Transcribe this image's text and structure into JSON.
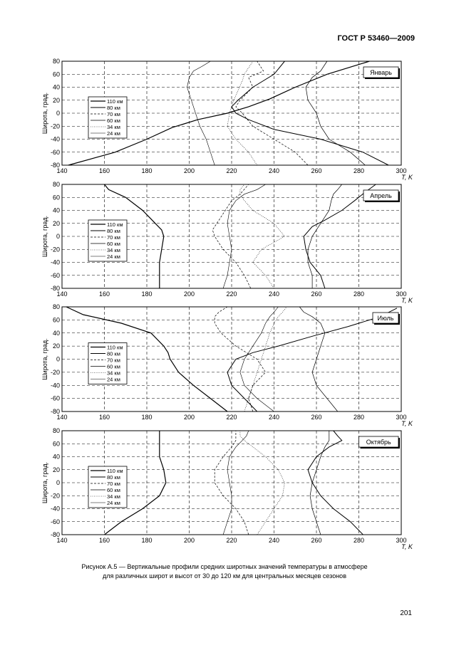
{
  "header": {
    "standard": "ГОСТ Р 53460—2009"
  },
  "footer": {
    "page_number": "201"
  },
  "caption": {
    "line1": "Рисунок А.5 — Вертикальные профили средних широтных значений температуры в атмосфере",
    "line2": "для различных широт и высот от 30 до 120 км для центральных месяцев сезонов"
  },
  "chart_data": [
    {
      "type": "line",
      "title": "Январь",
      "xlabel": "T, K",
      "ylabel": "Широта, град.",
      "xlim": [
        140,
        300
      ],
      "ylim": [
        -80,
        80
      ],
      "xticks": [
        140,
        160,
        180,
        200,
        220,
        240,
        260,
        280,
        300
      ],
      "yticks": [
        -80,
        -60,
        -40,
        -20,
        0,
        20,
        40,
        60,
        80
      ],
      "grid": true,
      "legend_position": "left",
      "series": [
        {
          "name": "110 км",
          "x": [
            143,
            165,
            180,
            192,
            204,
            218,
            228,
            238,
            250,
            265,
            285
          ],
          "y": [
            -80,
            -60,
            -40,
            -22,
            -10,
            0,
            10,
            22,
            40,
            60,
            80
          ]
        },
        {
          "name": "80 км",
          "x": [
            294,
            282,
            262,
            240,
            228,
            222,
            220,
            223,
            230,
            240,
            245
          ],
          "y": [
            -80,
            -60,
            -40,
            -25,
            -10,
            0,
            10,
            20,
            40,
            60,
            80
          ]
        },
        {
          "name": "70 км",
          "x": [
            256,
            250,
            240,
            230,
            225,
            222,
            224,
            230,
            228,
            235,
            232
          ],
          "y": [
            -80,
            -60,
            -40,
            -20,
            0,
            10,
            20,
            40,
            55,
            65,
            80
          ]
        },
        {
          "name": "60 км",
          "x": [
            283,
            276,
            266,
            262,
            260,
            258,
            256,
            255,
            258,
            262,
            265
          ],
          "y": [
            -80,
            -60,
            -40,
            -20,
            0,
            10,
            20,
            40,
            55,
            65,
            80
          ]
        },
        {
          "name": "34 км",
          "x": [
            232,
            228,
            222,
            218,
            219,
            221,
            223,
            225,
            226,
            228,
            230
          ],
          "y": [
            -80,
            -60,
            -40,
            -20,
            0,
            20,
            35,
            50,
            60,
            70,
            80
          ]
        },
        {
          "name": "24 км",
          "x": [
            212,
            210,
            208,
            205,
            203,
            201,
            199,
            200,
            202,
            206,
            210
          ],
          "y": [
            -80,
            -60,
            -40,
            -20,
            0,
            20,
            40,
            55,
            65,
            72,
            80
          ]
        }
      ]
    },
    {
      "type": "line",
      "title": "Апрель",
      "xlabel": "T, K",
      "ylabel": "Широта, град.",
      "xlim": [
        140,
        300
      ],
      "ylim": [
        -80,
        80
      ],
      "xticks": [
        140,
        160,
        180,
        200,
        220,
        240,
        260,
        280,
        300
      ],
      "yticks": [
        -80,
        -60,
        -40,
        -20,
        0,
        20,
        40,
        60,
        80
      ],
      "grid": true,
      "legend_position": "left",
      "series": [
        {
          "name": "110 км",
          "x": [
            186,
            186,
            186,
            187,
            188,
            187,
            184,
            178,
            170,
            162,
            160
          ],
          "y": [
            -80,
            -60,
            -40,
            -20,
            0,
            10,
            20,
            40,
            60,
            72,
            80
          ]
        },
        {
          "name": "80 км",
          "x": [
            264,
            262,
            257,
            255,
            254,
            258,
            264,
            272,
            278,
            283,
            288
          ],
          "y": [
            -80,
            -60,
            -40,
            -20,
            0,
            15,
            25,
            40,
            55,
            68,
            80
          ]
        },
        {
          "name": "70 км",
          "x": [
            229,
            226,
            222,
            216,
            212,
            211,
            213,
            217,
            220,
            224,
            228
          ],
          "y": [
            -80,
            -60,
            -40,
            -20,
            0,
            10,
            20,
            40,
            55,
            65,
            80
          ]
        },
        {
          "name": "60 км",
          "x": [
            258,
            258,
            256,
            256,
            258,
            262,
            266,
            267,
            268,
            270,
            272
          ],
          "y": [
            -80,
            -60,
            -40,
            -20,
            0,
            20,
            40,
            55,
            65,
            72,
            80
          ]
        },
        {
          "name": "34 км",
          "x": [
            240,
            236,
            230,
            234,
            245,
            240,
            230,
            226,
            224,
            224,
            226
          ],
          "y": [
            -80,
            -60,
            -40,
            -20,
            0,
            20,
            40,
            55,
            65,
            72,
            80
          ]
        },
        {
          "name": "24 км",
          "x": [
            216,
            218,
            219,
            220,
            219,
            218,
            219,
            222,
            226,
            232,
            236
          ],
          "y": [
            -80,
            -60,
            -40,
            -20,
            0,
            20,
            40,
            55,
            65,
            72,
            80
          ]
        }
      ]
    },
    {
      "type": "line",
      "title": "Июль",
      "xlabel": "T, K",
      "ylabel": "Широта, град.",
      "xlim": [
        140,
        300
      ],
      "ylim": [
        -80,
        80
      ],
      "xticks": [
        140,
        160,
        180,
        200,
        220,
        240,
        260,
        280,
        300
      ],
      "yticks": [
        -80,
        -60,
        -40,
        -20,
        0,
        20,
        40,
        60,
        80
      ],
      "grid": true,
      "legend_position": "left",
      "series": [
        {
          "name": "110 км",
          "x": [
            218,
            210,
            202,
            195,
            191,
            190,
            188,
            182,
            168,
            150,
            142
          ],
          "y": [
            -80,
            -60,
            -40,
            -20,
            0,
            10,
            20,
            40,
            55,
            68,
            80
          ]
        },
        {
          "name": "80 км",
          "x": [
            232,
            226,
            220,
            218,
            222,
            230,
            242,
            258,
            275,
            290,
            298
          ],
          "y": [
            -80,
            -60,
            -40,
            -20,
            0,
            10,
            20,
            35,
            50,
            65,
            78
          ]
        },
        {
          "name": "70 км",
          "x": [
            230,
            228,
            230,
            236,
            232,
            222,
            215,
            212,
            212,
            214,
            218
          ],
          "y": [
            -80,
            -60,
            -40,
            -20,
            0,
            20,
            40,
            55,
            65,
            72,
            80
          ]
        },
        {
          "name": "60 км",
          "x": [
            270,
            265,
            260,
            258,
            260,
            262,
            264,
            262,
            258,
            254,
            252
          ],
          "y": [
            -80,
            -60,
            -40,
            -20,
            0,
            20,
            40,
            55,
            65,
            72,
            80
          ]
        },
        {
          "name": "34 км",
          "x": [
            226,
            228,
            230,
            232,
            234,
            236,
            238,
            240,
            242,
            244,
            246
          ],
          "y": [
            -80,
            -60,
            -40,
            -20,
            0,
            20,
            40,
            55,
            65,
            72,
            80
          ]
        },
        {
          "name": "24 км",
          "x": [
            240,
            232,
            226,
            224,
            226,
            230,
            234,
            236,
            238,
            240,
            242
          ],
          "y": [
            -80,
            -60,
            -40,
            -20,
            0,
            20,
            40,
            55,
            65,
            72,
            80
          ]
        }
      ]
    },
    {
      "type": "line",
      "title": "Октябрь",
      "xlabel": "T, K",
      "ylabel": "Широта, град.",
      "xlim": [
        140,
        300
      ],
      "ylim": [
        -80,
        80
      ],
      "xticks": [
        140,
        160,
        180,
        200,
        220,
        240,
        260,
        280,
        300
      ],
      "yticks": [
        -80,
        -60,
        -40,
        -20,
        0,
        20,
        40,
        60,
        80
      ],
      "grid": true,
      "legend_position": "left",
      "series": [
        {
          "name": "110 км",
          "x": [
            160,
            168,
            178,
            186,
            189,
            188,
            186,
            186,
            186,
            186,
            186
          ],
          "y": [
            -80,
            -60,
            -40,
            -20,
            0,
            20,
            40,
            55,
            65,
            72,
            80
          ]
        },
        {
          "name": "80 км",
          "x": [
            282,
            276,
            268,
            262,
            258,
            256,
            260,
            266,
            272,
            270,
            268
          ],
          "y": [
            -80,
            -60,
            -40,
            -20,
            0,
            20,
            40,
            55,
            65,
            72,
            80
          ]
        },
        {
          "name": "70 км",
          "x": [
            228,
            226,
            222,
            216,
            212,
            212,
            216,
            220,
            222,
            222,
            222
          ],
          "y": [
            -80,
            -60,
            -40,
            -20,
            0,
            20,
            40,
            55,
            65,
            72,
            80
          ]
        },
        {
          "name": "60 км",
          "x": [
            262,
            260,
            258,
            257,
            258,
            260,
            262,
            264,
            266,
            266,
            266
          ],
          "y": [
            -80,
            -60,
            -40,
            -20,
            0,
            20,
            40,
            55,
            65,
            72,
            80
          ]
        },
        {
          "name": "34 км",
          "x": [
            232,
            236,
            240,
            244,
            245,
            242,
            236,
            230,
            226,
            224,
            224
          ],
          "y": [
            -80,
            -60,
            -40,
            -20,
            0,
            20,
            40,
            55,
            65,
            72,
            80
          ]
        },
        {
          "name": "24 км",
          "x": [
            216,
            218,
            220,
            220,
            219,
            218,
            219,
            222,
            225,
            227,
            228
          ],
          "y": [
            -80,
            -60,
            -40,
            -20,
            0,
            20,
            40,
            55,
            65,
            72,
            80
          ]
        }
      ]
    }
  ]
}
